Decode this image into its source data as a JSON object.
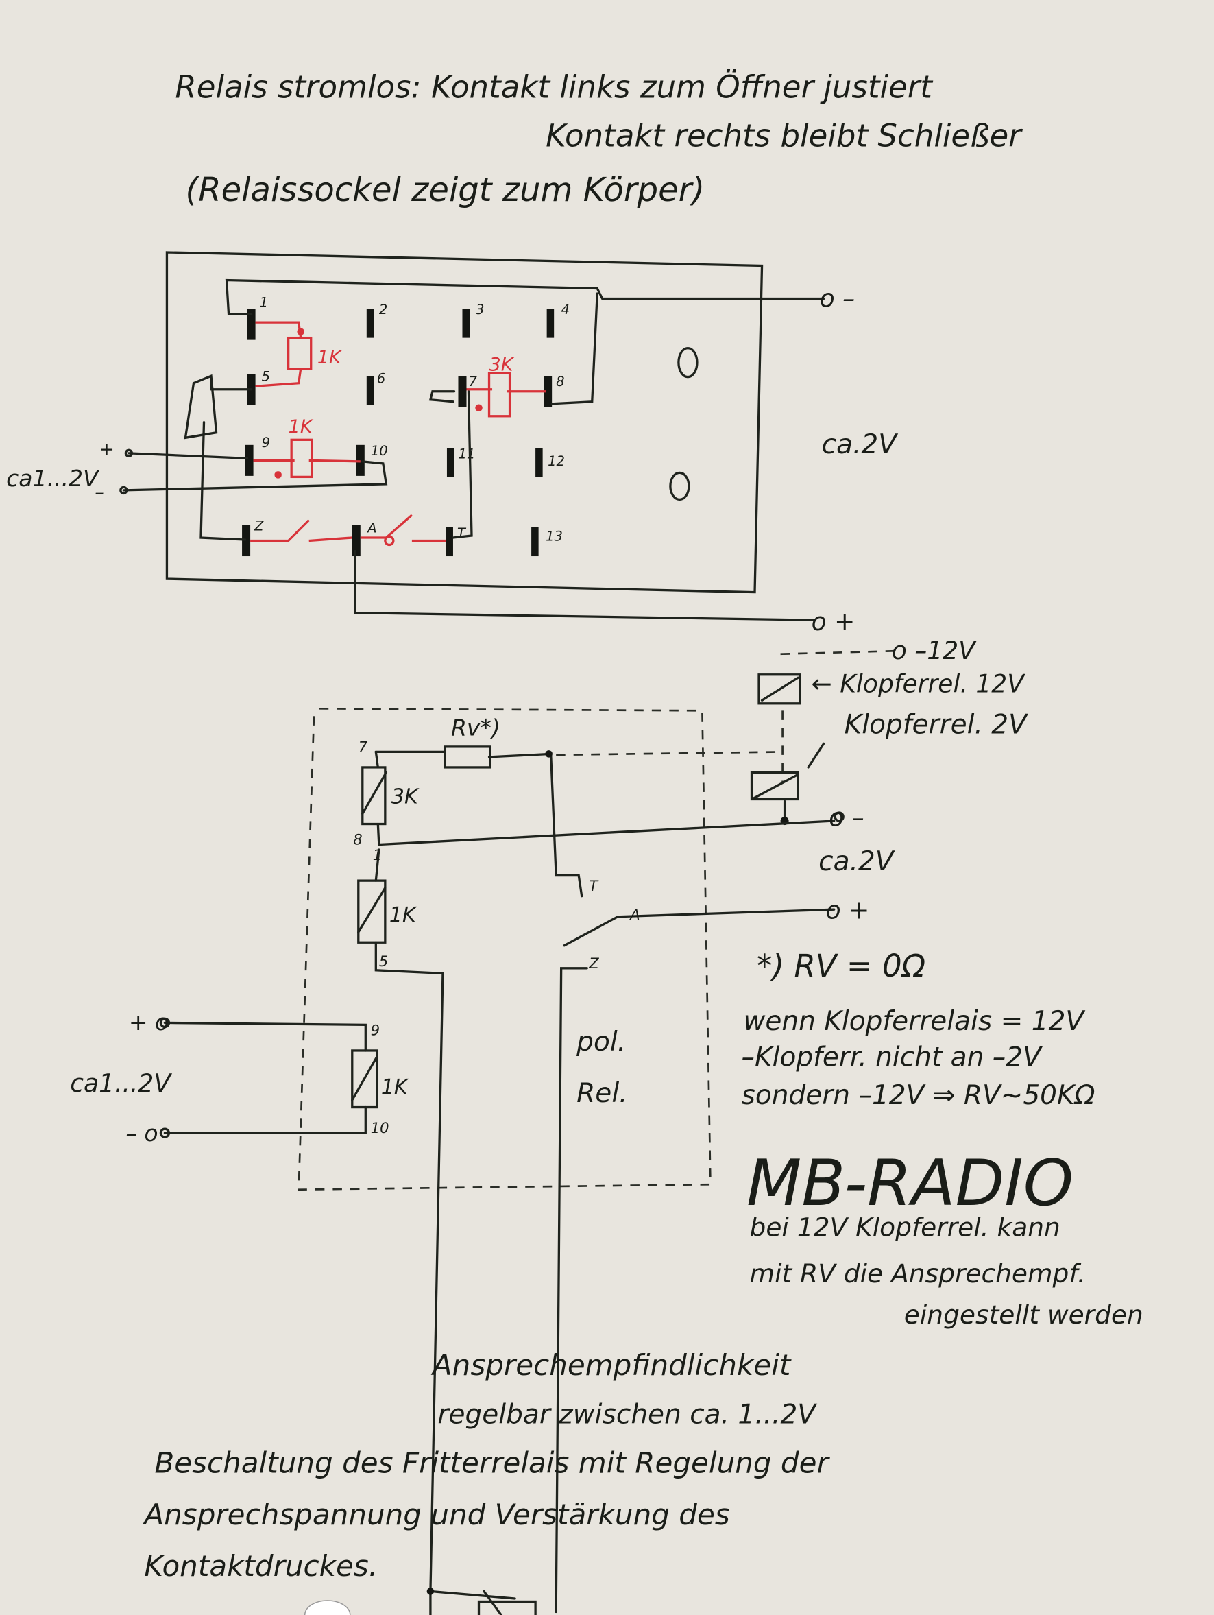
{
  "notes": {
    "line1": "Relais stromlos: Kontakt links zum Öffner justiert",
    "line2": "Kontakt rechts bleibt Schließer",
    "line3": "(Relaissockel zeigt zum Körper)"
  },
  "socket": {
    "pins": [
      "1",
      "2",
      "3",
      "4",
      "5",
      "6",
      "7",
      "8",
      "9",
      "10",
      "11",
      "12",
      "Z",
      "A",
      "T",
      "13"
    ],
    "r1": "1K",
    "r2": "1K",
    "r3": "3K",
    "voltage_label": "ca.2V",
    "input_label": "ca1...2V",
    "plus": "+",
    "minus": "–",
    "out_minus": "o –",
    "out_plus": "o +"
  },
  "schematic": {
    "neg12": "o –12V",
    "relay12": "← Klopferrel. 12V",
    "relay2": "Klopferrel. 2V",
    "out_minus": "o –",
    "voltage_label": "ca.2V",
    "out_plus": "o +",
    "rv_label": "Rv*)",
    "r3k": "3K",
    "r1k_a": "1K",
    "r1k_b": "1K",
    "pin7": "7",
    "pin8": "8",
    "pin1": "1",
    "pin5": "5",
    "pin9": "9",
    "pin10": "10",
    "pinT": "T",
    "pinA": "A",
    "pinZ": "Z",
    "pol": "pol.",
    "rel": "Rel.",
    "in_plus": "+ o",
    "in_minus": "– o",
    "input_label": "ca1...2V",
    "pot_label1": "Ansprechempfindlichkeit",
    "pot_label2": "regelbar zwischen ca. 1...2V"
  },
  "footnote": {
    "l1": "*) RV = 0Ω",
    "l2": "wenn Klopferrelais = 12V",
    "l3": "–Klopferr. nicht an –2V",
    "l4": "sondern –12V ⇒ RV~50KΩ"
  },
  "title": "MB-RADIO",
  "remark": {
    "l1": "bei 12V Klopferrel. kann",
    "l2": "mit RV die Ansprechempf.",
    "l3": "eingestellt werden"
  },
  "caption": {
    "l1": "Beschaltung des Fritterrelais mit Regelung der",
    "l2": "Ansprechspannung und Verstärkung des",
    "l3": "Kontaktdruckes."
  }
}
